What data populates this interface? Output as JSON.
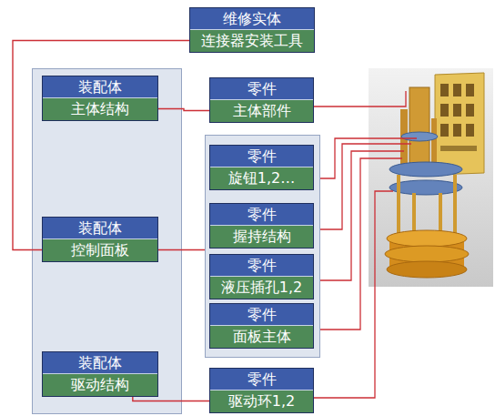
{
  "diagram": {
    "nodes": [
      {
        "text": [
          "维修实体",
          "连接器安装工具"
        ]
      },
      {
        "text": []
      },
      {
        "text": [
          "装配体",
          "主体结构"
        ],
        "in": 1
      },
      {
        "text": [
          "装配体",
          "控制面板"
        ],
        "in": 1
      },
      {
        "text": [
          "装配体",
          "驱动结构"
        ],
        "in": 1
      },
      {
        "text": [
          "零件",
          "主体部件"
        ]
      },
      {
        "text": []
      },
      {
        "text": [
          "零件",
          "旋钮1,2…"
        ],
        "in": 6
      },
      {
        "text": [
          "零件",
          "握持结构"
        ],
        "in": 6
      },
      {
        "text": [
          "零件",
          "液压插孔1,2"
        ],
        "in": 6
      },
      {
        "text": [
          "零件",
          "面板主体"
        ],
        "in": 6
      },
      {
        "text": [
          "零件",
          "驱动环1,2"
        ]
      }
    ],
    "edges": [
      {
        "from": 0,
        "to": 3,
        "arrow": "none"
      },
      {
        "from": 2,
        "to": 5,
        "arrow": "none"
      },
      {
        "from": 3,
        "to": 6,
        "arrow": "none"
      },
      {
        "from": 4,
        "to": 11,
        "arrow": "none"
      }
    ]
  }
}
